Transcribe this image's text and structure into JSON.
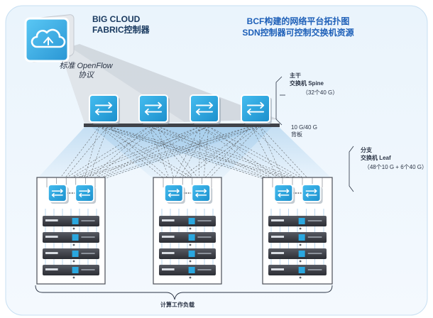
{
  "title": {
    "line1": "BCF构建的网络平台拓扑图",
    "line2": "SDN控制器可控制交换机资源"
  },
  "controller": {
    "line1": "BIG CLOUD",
    "line2": "FABRIC控制器",
    "icon": "cloud-controller-icon"
  },
  "protocol_label": "标准 OpenFlow 协议",
  "spine": {
    "label_line1": "主干",
    "label_line2": "交换机 Spine",
    "spec": "（32个40 G）",
    "count": 4,
    "icon": "switch-arrows-icon"
  },
  "backplane": {
    "line1": "10 G/40 G",
    "line2": "背板"
  },
  "leaf": {
    "label_line1": "分支",
    "label_line2": "交换机 Leaf",
    "spec": "（48个10 G + 6个40 G）",
    "racks": 3,
    "switches_per_rack": 2,
    "servers_per_rack": 4
  },
  "workload_label": "计算工作负载",
  "colors": {
    "accent": "#1d5fb8",
    "switch": "#2aa7df",
    "link": "#4a4a4a",
    "panel": "#eef6fd",
    "server": "#3b3d44"
  }
}
